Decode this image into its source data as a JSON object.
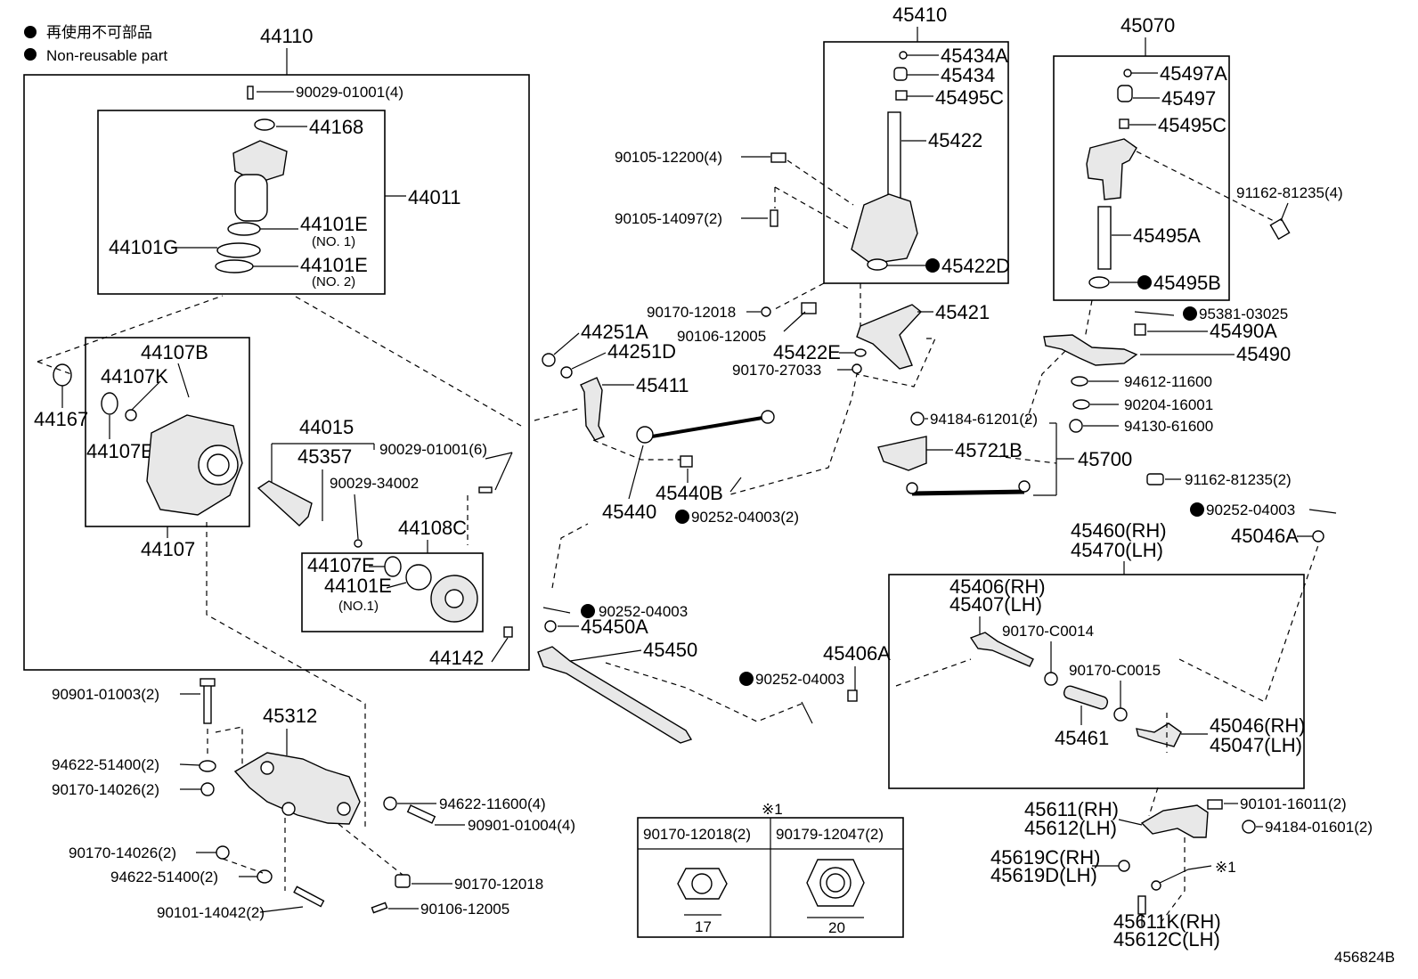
{
  "legend": {
    "jp": "再使用不可部品",
    "en": "Non-reusable part"
  },
  "diagram_code": "456824B",
  "groups": {
    "g44110": "44110",
    "g44011": "44011",
    "g44107": "44107",
    "g44015": "44015",
    "g44108c": "44108C",
    "g45410": "45410",
    "g45070": "45070",
    "g45700": "45700",
    "g45460_rh": "45460(RH)",
    "g45470_lh": "45470(LH)"
  },
  "labels": {
    "p90029_01001_4": "90029-01001(4)",
    "p44168": "44168",
    "p44101e_no1": "44101E",
    "p44101e_no1_sub": "(NO. 1)",
    "p44101g": "44101G",
    "p44101e_no2": "44101E",
    "p44101e_no2_sub": "(NO. 2)",
    "p44107b": "44107B",
    "p44107k": "44107K",
    "p44167": "44167",
    "p44107e": "44107E",
    "p45357": "45357",
    "p90029_01001_6": "90029-01001(6)",
    "p90029_34002": "90029-34002",
    "p44107e_b": "44107E",
    "p44101e_b": "44101E",
    "p44101e_b_sub": "(NO.1)",
    "p44142": "44142",
    "p45434a": "45434A",
    "p45434": "45434",
    "p45495c_a": "45495C",
    "p45422": "45422",
    "p45422d": "45422D",
    "p90105_12200": "90105-12200(4)",
    "p90105_14097": "90105-14097(2)",
    "p90170_12018_a": "90170-12018",
    "p90106_12005_a": "90106-12005",
    "p45421": "45421",
    "p45422e": "45422E",
    "p90170_27033": "90170-27033",
    "p44251a": "44251A",
    "p44251d": "44251D",
    "p45411": "45411",
    "p45440": "45440",
    "p45440b": "45440B",
    "p90252_04003_2a": "90252-04003(2)",
    "p45497a": "45497A",
    "p45497": "45497",
    "p45495c_b": "45495C",
    "p91162_81235_4": "91162-81235(4)",
    "p45495a": "45495A",
    "p45495b": "45495B",
    "p95381_03025": "95381-03025",
    "p45490a": "45490A",
    "p45490": "45490",
    "p94612_11600": "94612-11600",
    "p90204_16001": "90204-16001",
    "p94130_61600": "94130-61600",
    "p94184_61201": "94184-61201(2)",
    "p45721b": "45721B",
    "p91162_81235_2": "91162-81235(2)",
    "p90252_04003_c": "90252-04003",
    "p45046a": "45046A",
    "p90252_04003_b": "90252-04003",
    "p45450a": "45450A",
    "p45450": "45450",
    "p45406a": "45406A",
    "p90252_04003_d": "90252-04003",
    "p45406_rh": "45406(RH)",
    "p45407_lh": "45407(LH)",
    "p90170_c0014": "90170-C0014",
    "p90170_c0015": "90170-C0015",
    "p45461": "45461",
    "p45046_rh": "45046(RH)",
    "p45047_lh": "45047(LH)",
    "p90901_01003": "90901-01003(2)",
    "p45312": "45312",
    "p94622_51400_a": "94622-51400(2)",
    "p90170_14026_a": "90170-14026(2)",
    "p94622_11600": "94622-11600(4)",
    "p90901_01004": "90901-01004(4)",
    "p90170_14026_b": "90170-14026(2)",
    "p94622_51400_b": "94622-51400(2)",
    "p90170_12018_b": "90170-12018",
    "p90101_14042": "90101-14042(2)",
    "p90106_12005_b": "90106-12005",
    "p45611_rh": "45611(RH)",
    "p45612_lh": "45612(LH)",
    "p90101_16011": "90101-16011(2)",
    "p94184_01601": "94184-01601(2)",
    "p45619c_rh": "45619C(RH)",
    "p45619d_lh": "45619D(LH)",
    "p45611k_rh": "45611K(RH)",
    "p45612c_lh": "45612C(LH)",
    "ref_mark_a": "※1",
    "ref_mark_b": "※1"
  },
  "nut_table": {
    "mark": "※1",
    "col1_header": "90170-12018(2)",
    "col2_header": "90179-12047(2)",
    "col1_size": "17",
    "col2_size": "20"
  },
  "non_reusable_parts": [
    "45422D",
    "45495B",
    "95381-03025",
    "90252-04003(2)",
    "90252-04003",
    "90252-04003",
    "90252-04003"
  ]
}
